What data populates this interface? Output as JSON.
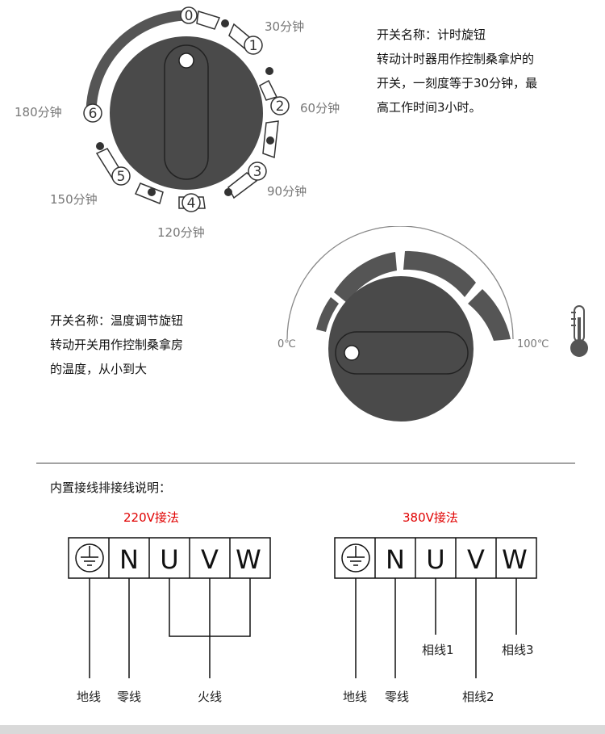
{
  "timer_knob": {
    "dial_numbers": [
      "0",
      "1",
      "2",
      "3",
      "4",
      "5",
      "6"
    ],
    "minute_labels": [
      "30分钟",
      "60分钟",
      "90分钟",
      "120分钟",
      "150分钟",
      "180分钟"
    ],
    "description": [
      "开关名称：计时旋钮",
      "转动计时器用作控制桑拿炉的",
      "开关，一刻度等于30分钟，最",
      "高工作时间3小时。"
    ]
  },
  "temp_knob": {
    "min_label": "0℃",
    "max_label": "100℃",
    "description": [
      "开关名称：温度调节旋钮",
      "转动开关用作控制桑拿房",
      "的温度，从小到大"
    ],
    "thermometer_icon": "thermometer-icon"
  },
  "wiring": {
    "heading": "内置接线排接线说明：",
    "left": {
      "title": "220V接法",
      "terminals": [
        "N",
        "U",
        "V",
        "W"
      ],
      "labels": [
        "地线",
        "零线",
        "火线"
      ]
    },
    "right": {
      "title": "380V接法",
      "terminals": [
        "N",
        "U",
        "V",
        "W"
      ],
      "labels": [
        "地线",
        "零线",
        "相线1",
        "相线2",
        "相线3"
      ]
    },
    "ground_icon": "ground-icon"
  },
  "colors": {
    "knob": "#4a4a4a",
    "arc": "#555555",
    "accent_red": "#e00000"
  }
}
